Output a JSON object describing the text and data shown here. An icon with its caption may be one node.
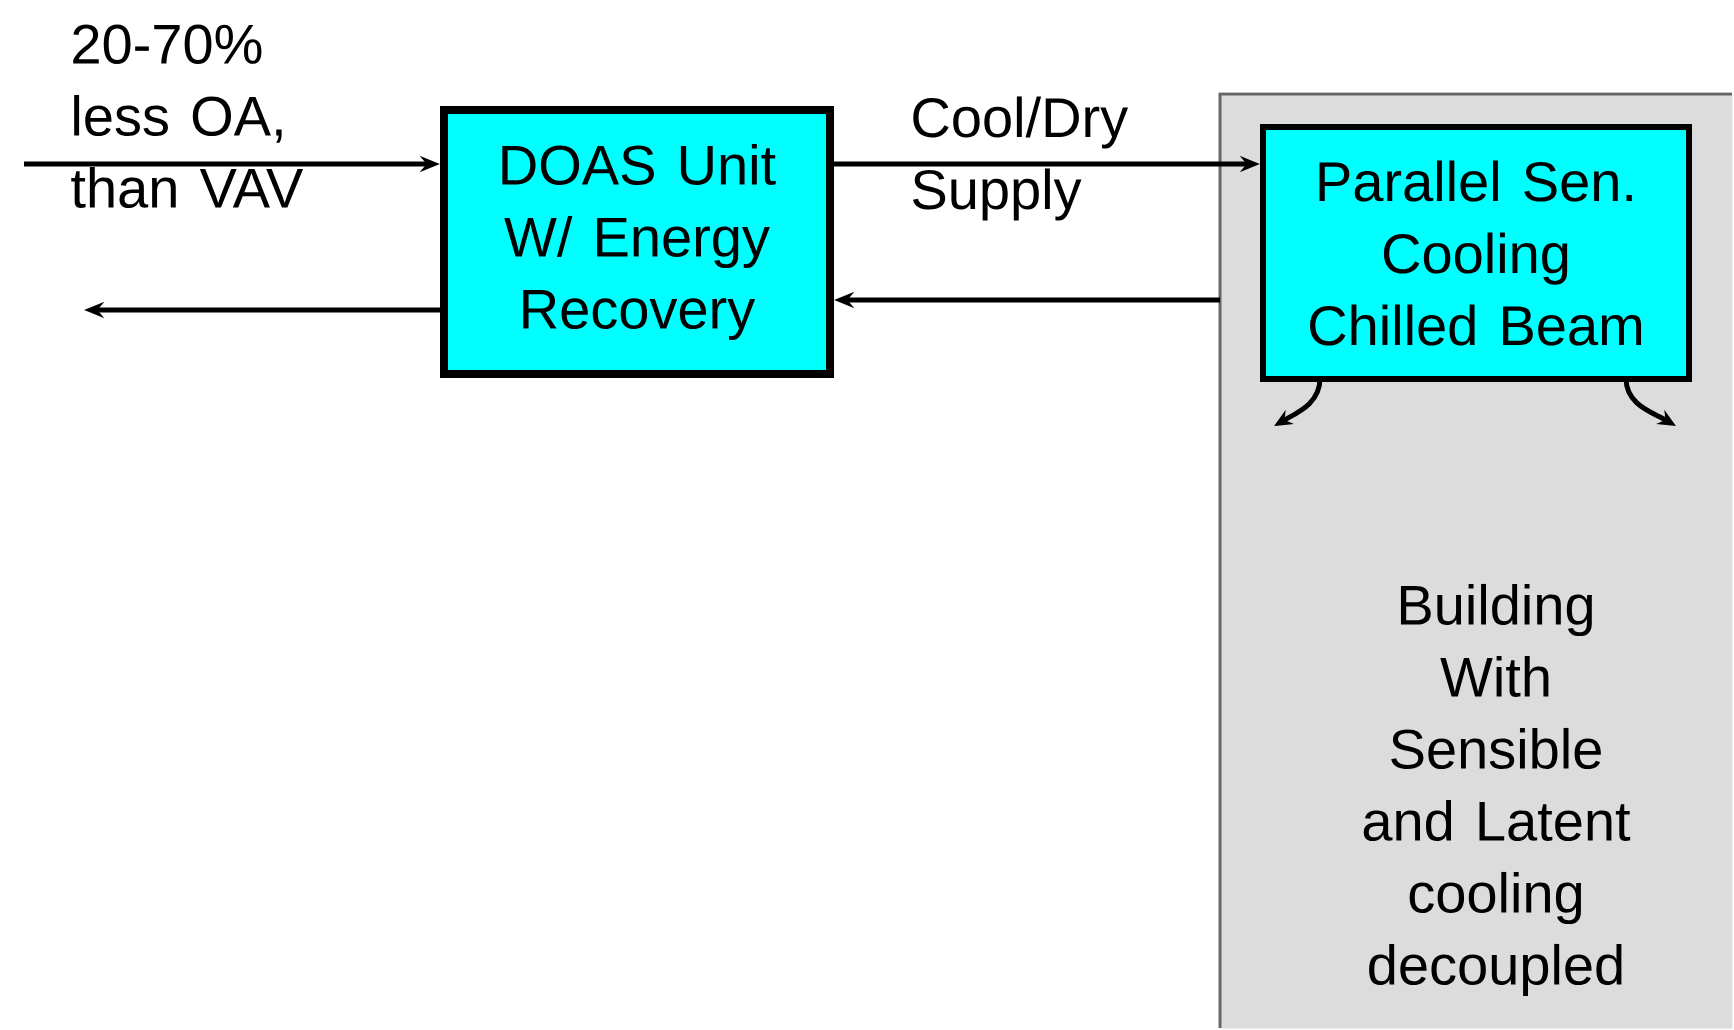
{
  "diagram": {
    "nodes": [
      {
        "text": [
          "DOAS Unit W/ Energy Recovery"
        ]
      },
      {
        "text": [
          "Building With Sensible and Latent cooling decoupled"
        ]
      },
      {
        "text": [
          "Parallel Sen. Cooling Chilled Beam"
        ],
        "in": 1
      }
    ],
    "edges": [
      {
        "from": null,
        "to": 0,
        "arrow": "to",
        "label": "20-70% less OA, than VAV"
      },
      {
        "from": 0,
        "to": 2,
        "arrow": "to",
        "label": "Cool/Dry Supply"
      },
      {
        "from": 1,
        "to": 0,
        "arrow": "to"
      },
      {
        "from": 0,
        "to": null,
        "arrow": "to"
      }
    ]
  }
}
